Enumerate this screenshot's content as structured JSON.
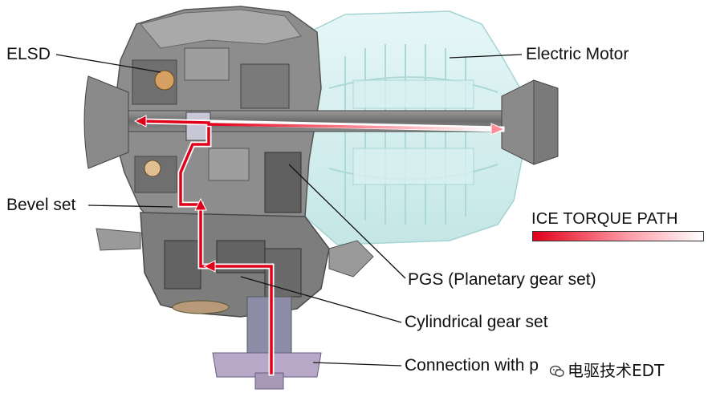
{
  "labels": {
    "elsd": "ELSD",
    "electric_motor": "Electric Motor",
    "bevel_set": "Bevel set",
    "pgs": "PGS (Planetary gear set)",
    "cylindrical": "Cylindrical gear set",
    "connection": "Connection with p"
  },
  "legend": {
    "title": "ICE TORQUE PATH",
    "gradient_colors": [
      "#e0001a",
      "#ffffff"
    ]
  },
  "watermark": {
    "text": "电驱技术EDT",
    "icon": "wechat-logo-icon"
  },
  "colors": {
    "housing": "#7d7d7d",
    "motor_translucent": "#cfeeee",
    "torque_path": "#e0001a"
  }
}
